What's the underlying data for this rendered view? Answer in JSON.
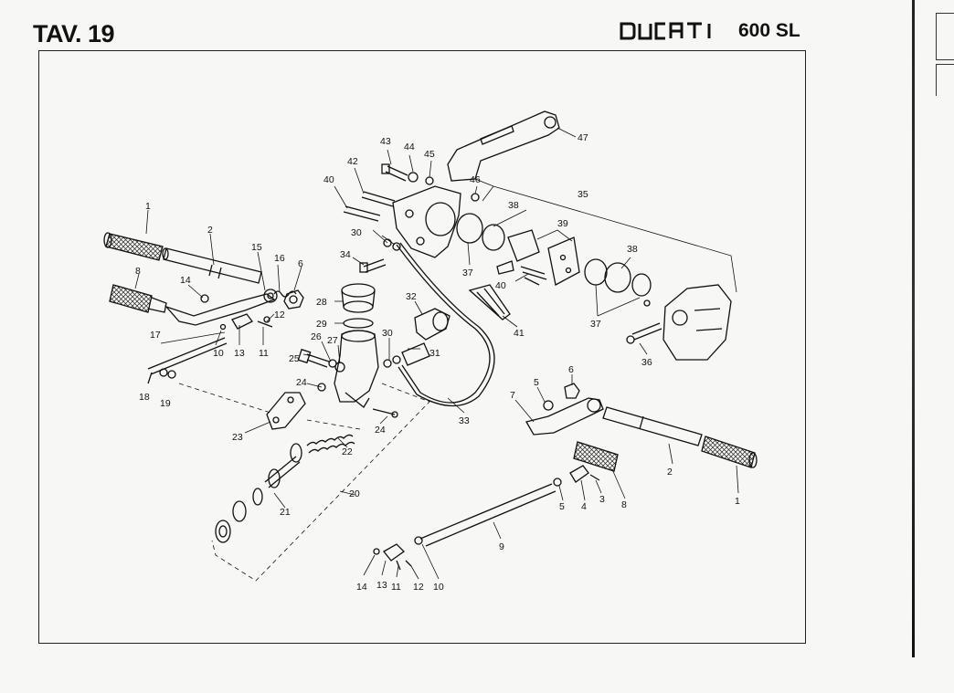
{
  "header": {
    "title": "TAV. 19",
    "brand": "DUCATI",
    "model": "600 SL"
  },
  "callouts": [
    {
      "id": "p1a",
      "text": "1"
    },
    {
      "id": "p2a",
      "text": "2"
    },
    {
      "id": "p8a",
      "text": "8"
    },
    {
      "id": "p14a",
      "text": "14"
    },
    {
      "id": "p15",
      "text": "15"
    },
    {
      "id": "p16",
      "text": "16"
    },
    {
      "id": "p6a",
      "text": "6"
    },
    {
      "id": "p12a",
      "text": "12"
    },
    {
      "id": "p17",
      "text": "17"
    },
    {
      "id": "p10a",
      "text": "10"
    },
    {
      "id": "p13a",
      "text": "13"
    },
    {
      "id": "p11a",
      "text": "11"
    },
    {
      "id": "p18",
      "text": "18"
    },
    {
      "id": "p19",
      "text": "19"
    },
    {
      "id": "p23",
      "text": "23"
    },
    {
      "id": "p24a",
      "text": "24"
    },
    {
      "id": "p25",
      "text": "25"
    },
    {
      "id": "p26",
      "text": "26"
    },
    {
      "id": "p27",
      "text": "27"
    },
    {
      "id": "p28",
      "text": "28"
    },
    {
      "id": "p29",
      "text": "29"
    },
    {
      "id": "p30a",
      "text": "30"
    },
    {
      "id": "p30b",
      "text": "30"
    },
    {
      "id": "p31",
      "text": "31"
    },
    {
      "id": "p32",
      "text": "32"
    },
    {
      "id": "p33",
      "text": "33"
    },
    {
      "id": "p34",
      "text": "34"
    },
    {
      "id": "p40a",
      "text": "40"
    },
    {
      "id": "p42",
      "text": "42"
    },
    {
      "id": "p43",
      "text": "43"
    },
    {
      "id": "p44",
      "text": "44"
    },
    {
      "id": "p45",
      "text": "45"
    },
    {
      "id": "p46",
      "text": "46"
    },
    {
      "id": "p47",
      "text": "47"
    },
    {
      "id": "p35",
      "text": "35"
    },
    {
      "id": "p38a",
      "text": "38"
    },
    {
      "id": "p39",
      "text": "39"
    },
    {
      "id": "p38b",
      "text": "38"
    },
    {
      "id": "p37a",
      "text": "37"
    },
    {
      "id": "p40b",
      "text": "40"
    },
    {
      "id": "p41",
      "text": "41"
    },
    {
      "id": "p37b",
      "text": "37"
    },
    {
      "id": "p36",
      "text": "36"
    },
    {
      "id": "p22",
      "text": "22"
    },
    {
      "id": "p24b",
      "text": "24"
    },
    {
      "id": "p20",
      "text": "20"
    },
    {
      "id": "p21",
      "text": "21"
    },
    {
      "id": "p5a",
      "text": "5"
    },
    {
      "id": "p6b",
      "text": "6"
    },
    {
      "id": "p7",
      "text": "7"
    },
    {
      "id": "p2b",
      "text": "2"
    },
    {
      "id": "p1b",
      "text": "1"
    },
    {
      "id": "p5b",
      "text": "5"
    },
    {
      "id": "p4",
      "text": "4"
    },
    {
      "id": "p3",
      "text": "3"
    },
    {
      "id": "p8b",
      "text": "8"
    },
    {
      "id": "p9",
      "text": "9"
    },
    {
      "id": "p14b",
      "text": "14"
    },
    {
      "id": "p13b",
      "text": "13"
    },
    {
      "id": "p11b",
      "text": "11"
    },
    {
      "id": "p12b",
      "text": "12"
    },
    {
      "id": "p10b",
      "text": "10"
    }
  ]
}
